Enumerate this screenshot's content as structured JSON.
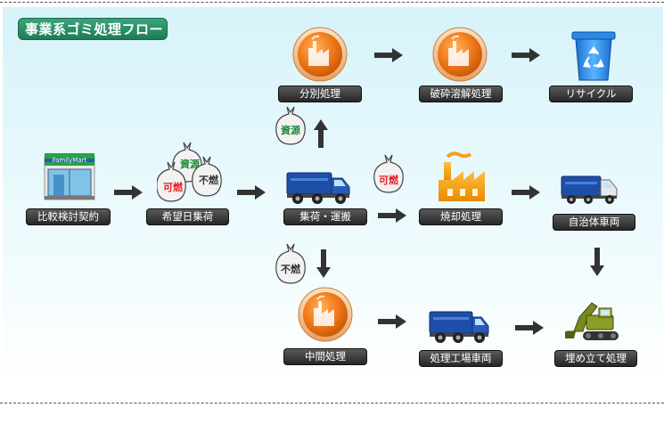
{
  "title": "事業系ゴミ処理フロー",
  "nodes": {
    "contract": "比較検討契約",
    "desired_date": "希望日集荷",
    "collection": "集荷・運搬",
    "sorting": "分別処理",
    "crushing": "破砕溶解処理",
    "recycle": "リサイクル",
    "incineration": "焼却処理",
    "municipal_vehicle": "自治体車両",
    "intermediate": "中間処理",
    "processing_vehicle": "処理工場車両",
    "landfill": "埋め立て処理"
  },
  "bags": {
    "burnable": "可燃",
    "nonburnable": "不燃",
    "resource": "資源"
  },
  "store_sign": "FamilyMart",
  "colors": {
    "title_bg": "#1c7d57",
    "label_bg": "#2e2e2e",
    "arrow": "#333333",
    "factory_orange": "#f07a1a",
    "truck_blue": "#1e4fa8",
    "burnable_red": "#e02020",
    "resource_green": "#1a8a3a"
  },
  "icons": {
    "store": "convenience-store-icon",
    "bags": "garbage-bags-icon",
    "truck": "garbage-truck-icon",
    "factory_button": "factory-button-icon",
    "factory": "incineration-factory-icon",
    "recycle_bin": "recycle-bin-icon",
    "excavator": "excavator-icon"
  }
}
